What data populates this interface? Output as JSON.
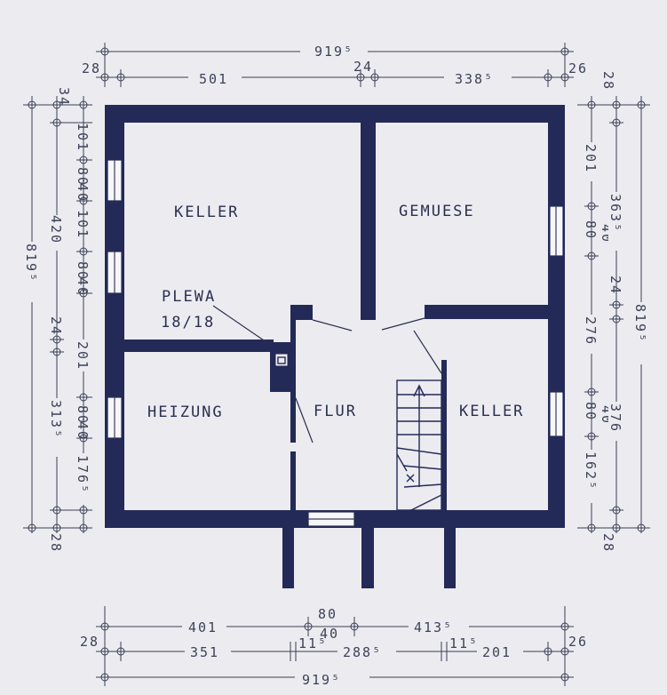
{
  "rooms": {
    "keller_nw": "KELLER",
    "gemuese": "GEMUESE",
    "heizung": "HEIZUNG",
    "flur": "FLUR",
    "keller_se": "KELLER"
  },
  "annotation": {
    "line1": "PLEWA",
    "line2": "18/18"
  },
  "top_dims": {
    "overall": "919⁵",
    "left_edge": "28",
    "left_span": "501",
    "middle": "24",
    "right_span": "338⁵",
    "right_edge": "26"
  },
  "bottom_dims": {
    "span_a": "401",
    "opening_a": "80",
    "opening_b": "40",
    "span_b": "413⁵",
    "left_edge": "28",
    "sub_a": "351",
    "wall_a": "11⁵",
    "sub_b": "288⁵",
    "wall_b": "11⁵",
    "sub_c": "201",
    "right_edge": "26",
    "overall": "919⁵"
  },
  "left_dims": {
    "top_edge": "34",
    "d101a": "101",
    "d80a": "80",
    "d40a": "40",
    "d101b": "101",
    "d420": "420",
    "d80b": "80",
    "d40b": "40",
    "overall": "819⁵",
    "d24": "24",
    "d201": "201",
    "d3135": "313⁵",
    "d80c": "80",
    "d40c": "40",
    "d1765": "176⁵",
    "bottom_edge": "28"
  },
  "right_dims": {
    "top_edge": "28",
    "d201": "201",
    "d80a": "80",
    "d40a": "40",
    "d3635": "363⁵",
    "d24": "24",
    "d276": "276",
    "overall": "819⁵",
    "d80b": "80",
    "d40b": "40",
    "d376": "376",
    "d1625": "162⁵",
    "bottom_edge": "28"
  }
}
